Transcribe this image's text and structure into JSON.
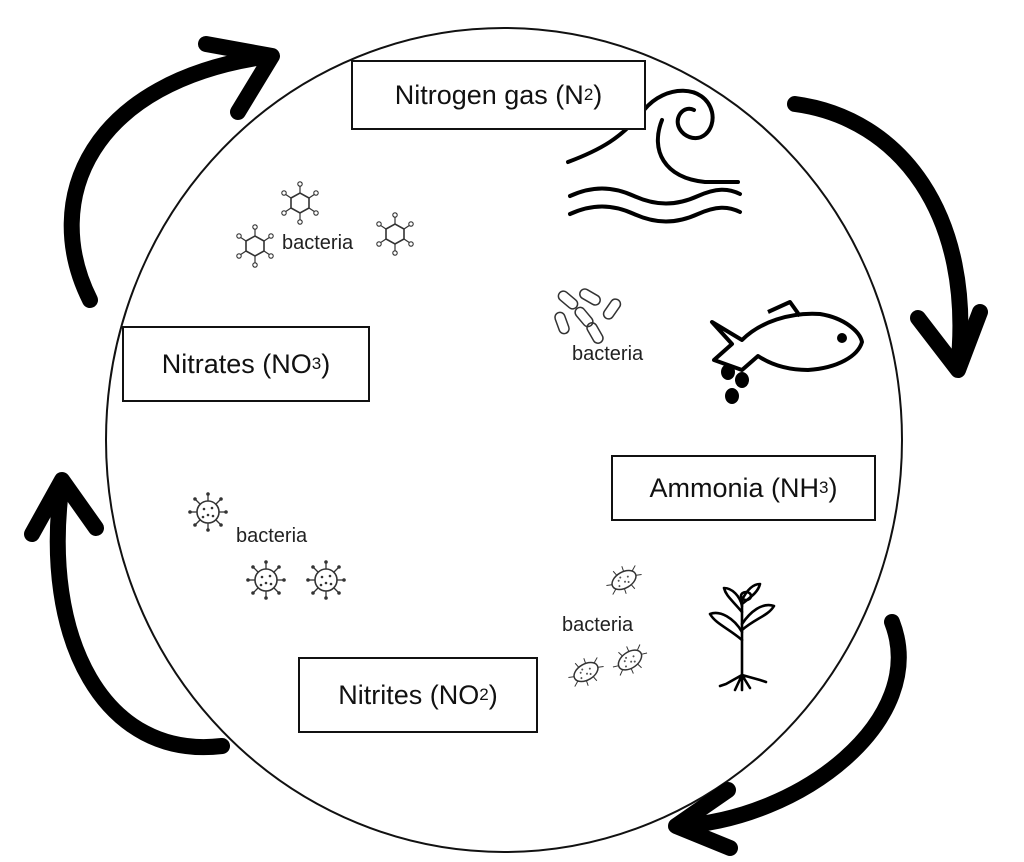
{
  "stages": {
    "nitrogen_gas": {
      "text": "Nitrogen gas (N",
      "sub": "2",
      "close": ")"
    },
    "ammonia": {
      "text": "Ammonia (NH",
      "sub": "3",
      "close": ")"
    },
    "nitrites": {
      "text": "Nitrites (NO",
      "sub": "2",
      "close": ")"
    },
    "nitrates": {
      "text": "Nitrates (NO",
      "sub": "3",
      "close": ")"
    }
  },
  "bacteria_labels": {
    "top_left": "bacteria",
    "rod": "bacteria",
    "spiky": "bacteria",
    "oval": "bacteria"
  },
  "icons": [
    "water-waves-icon",
    "fish-icon",
    "plant-icon",
    "bacteria-icon",
    "cycle-arrow-icon"
  ],
  "colors": {
    "stroke": "#111111",
    "background": "#ffffff"
  }
}
